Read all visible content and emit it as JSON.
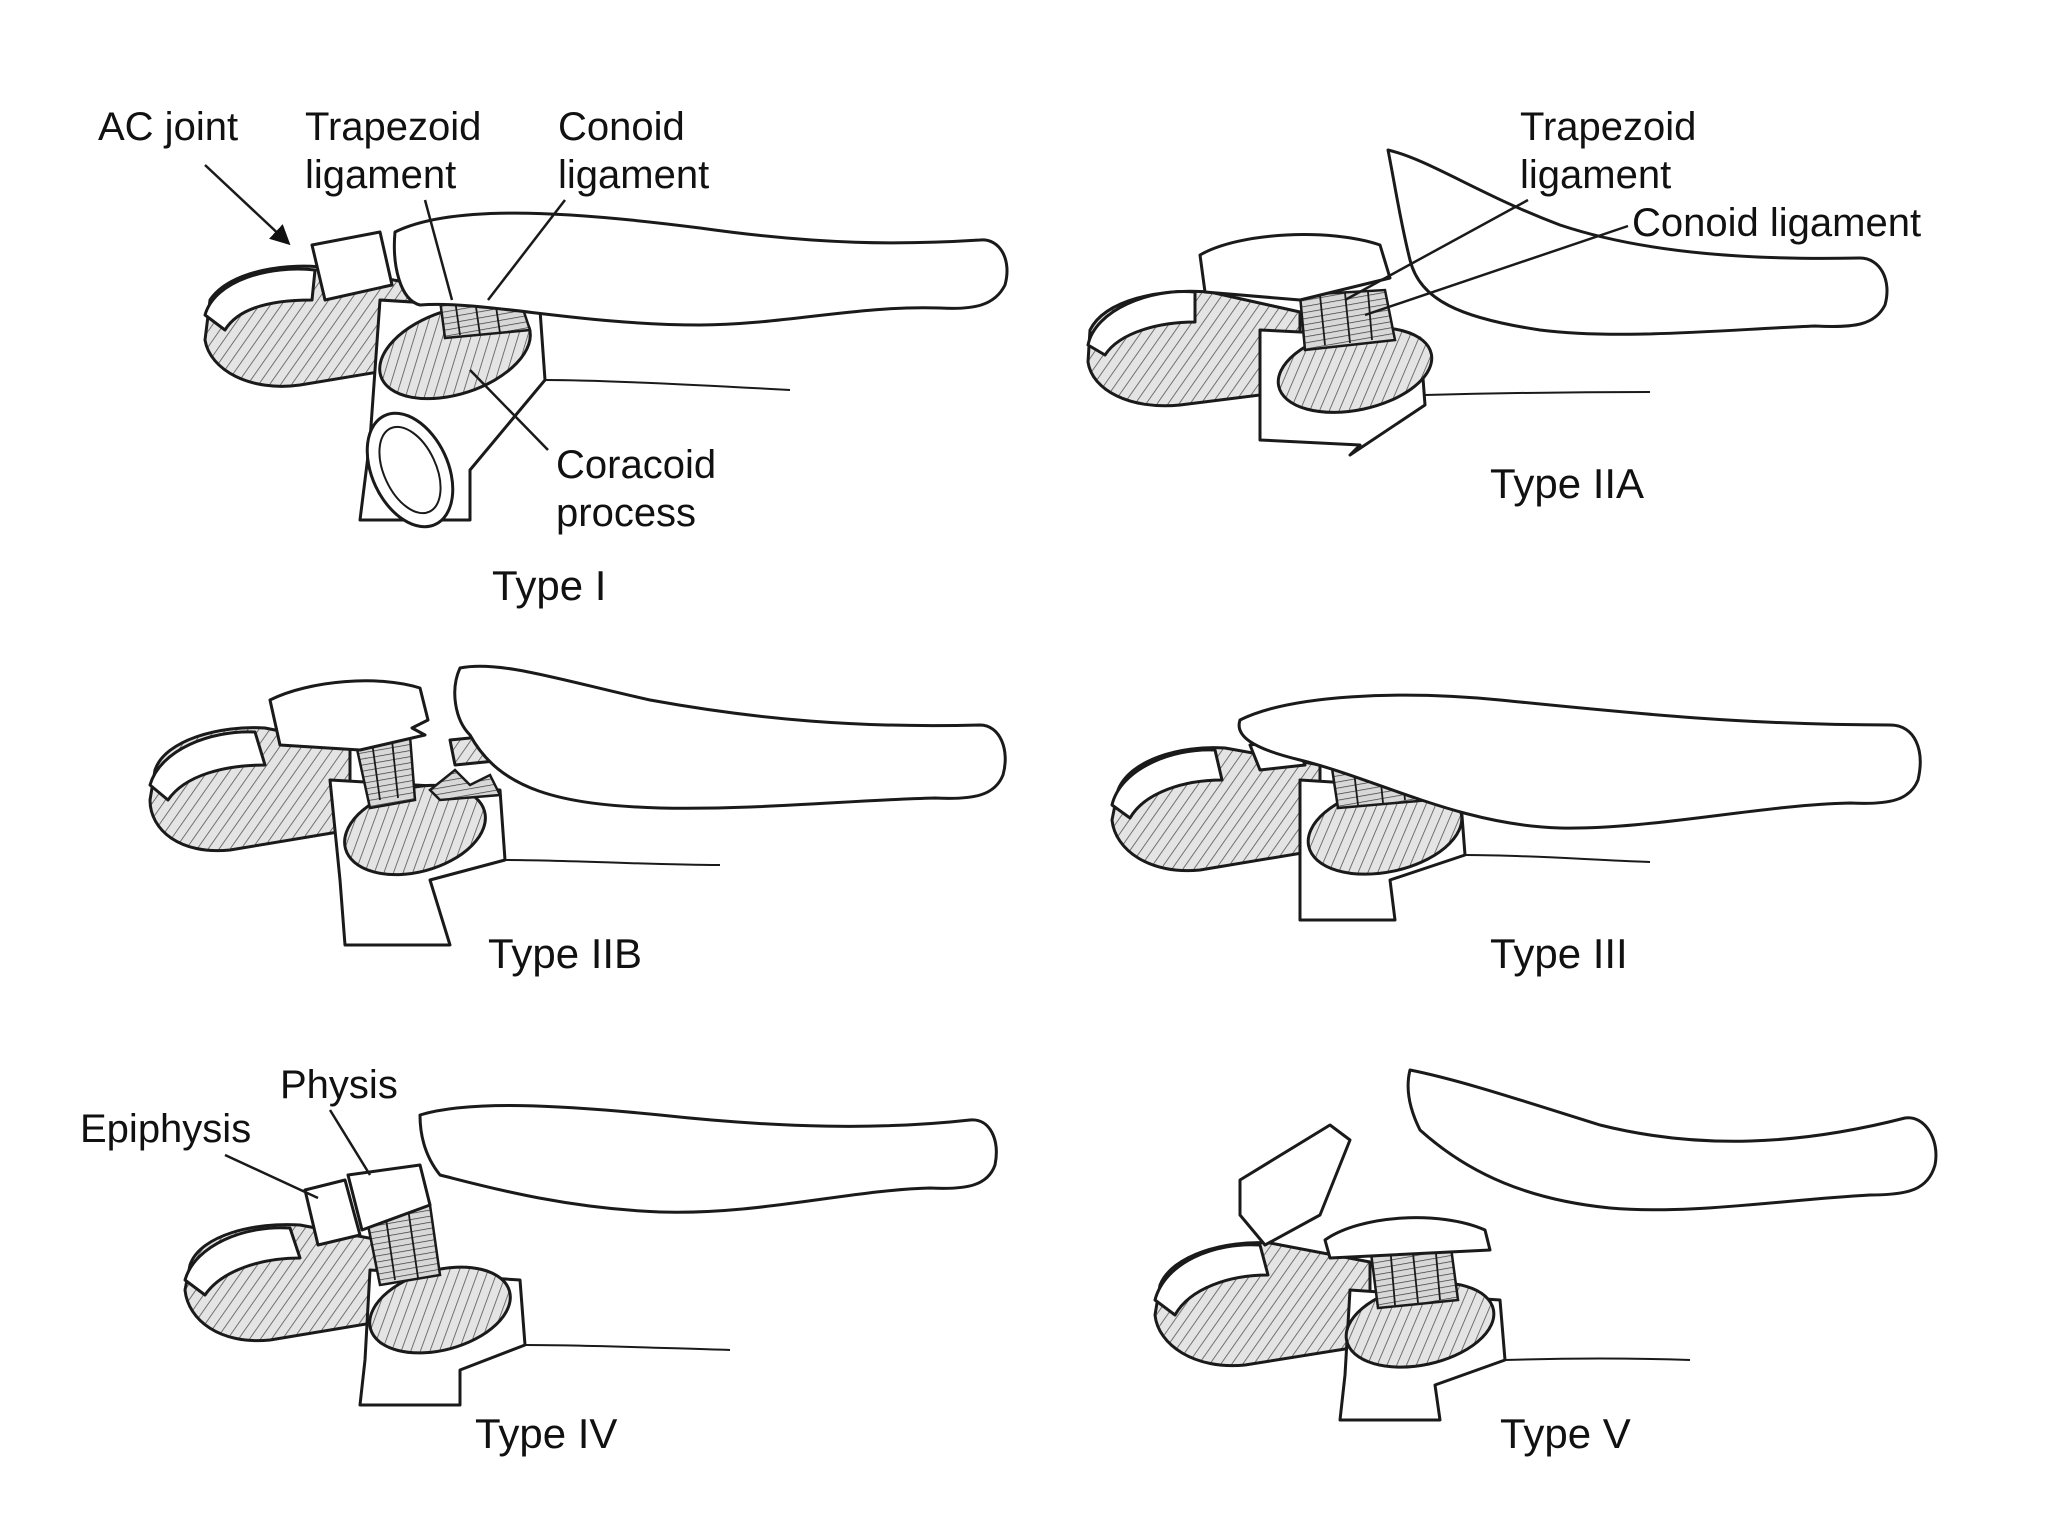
{
  "panels": [
    {
      "caption": "Type I",
      "labels": {
        "ac_joint": "AC joint",
        "trapezoid_1": "Trapezoid",
        "trapezoid_2": "ligament",
        "conoid_1": "Conoid",
        "conoid_2": "ligament",
        "coracoid_1": "Coracoid",
        "coracoid_2": "process"
      }
    },
    {
      "caption": "Type IIA",
      "labels": {
        "trapezoid_1": "Trapezoid",
        "trapezoid_2": "ligament",
        "conoid": "Conoid ligament"
      }
    },
    {
      "caption": "Type IIB",
      "labels": {}
    },
    {
      "caption": "Type III",
      "labels": {}
    },
    {
      "caption": "Type IV",
      "labels": {
        "physis": "Physis",
        "epiphysis": "Epiphysis"
      }
    },
    {
      "caption": "Type V",
      "labels": {}
    }
  ],
  "colors": {
    "ink": "#1a1a1a",
    "background": "#ffffff"
  }
}
